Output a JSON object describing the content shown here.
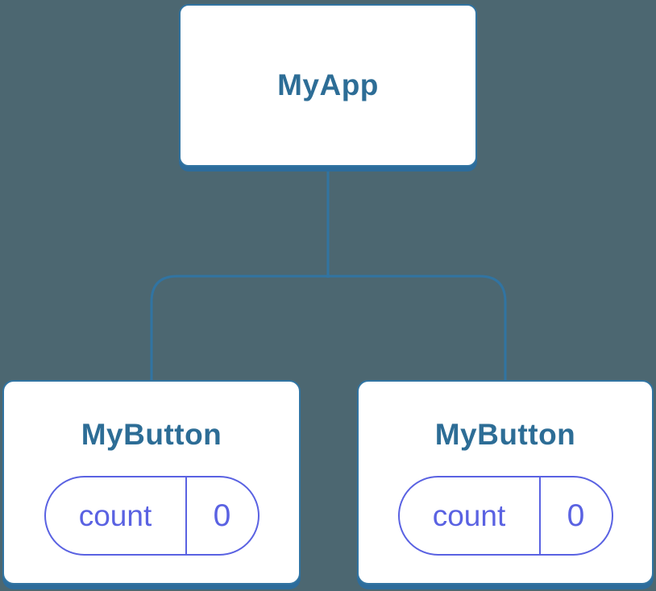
{
  "theme": {
    "background": "#4c6771",
    "line": "#3174a2",
    "shadow": "#2d6c9b",
    "heading": "#2d6d96",
    "state": "#5a62e2",
    "node_fill": "#ffffff"
  },
  "tree": {
    "root": {
      "label": "MyApp"
    },
    "children": [
      {
        "label": "MyButton",
        "state": {
          "name": "count",
          "value": "0"
        }
      },
      {
        "label": "MyButton",
        "state": {
          "name": "count",
          "value": "0"
        }
      }
    ]
  }
}
